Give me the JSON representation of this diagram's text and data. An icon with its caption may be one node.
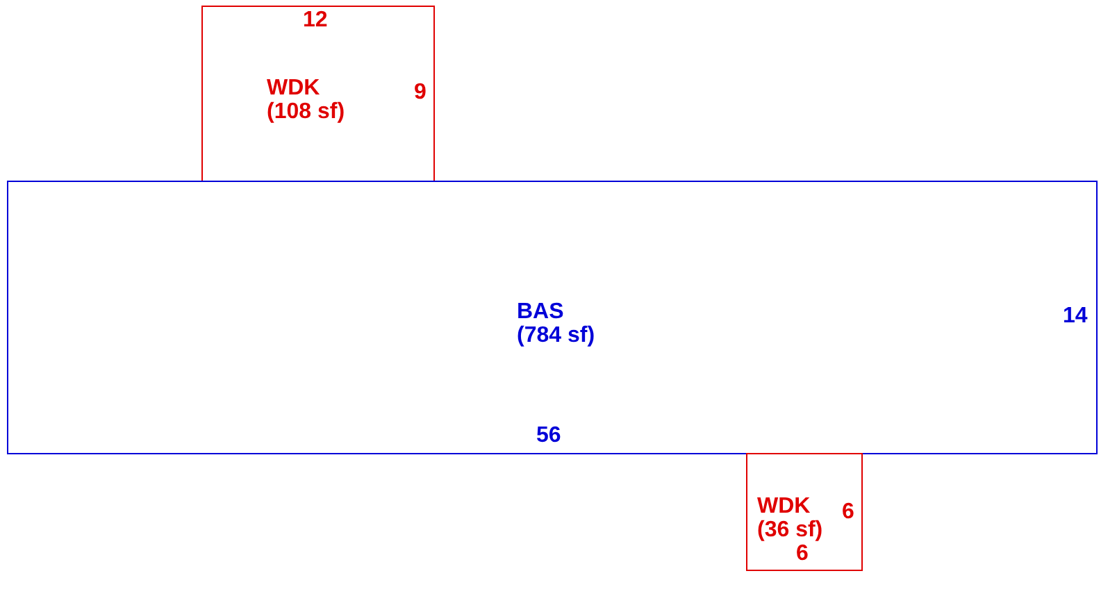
{
  "diagram": {
    "nodes": [
      {
        "text": [
          "WDK (108 sf)"
        ]
      },
      {
        "text": [
          "BAS (784 sf)"
        ]
      },
      {
        "text": [
          "WDK (36 sf)"
        ]
      }
    ],
    "labels": [
      "12",
      "9",
      "14",
      "56",
      "6",
      "6"
    ]
  }
}
